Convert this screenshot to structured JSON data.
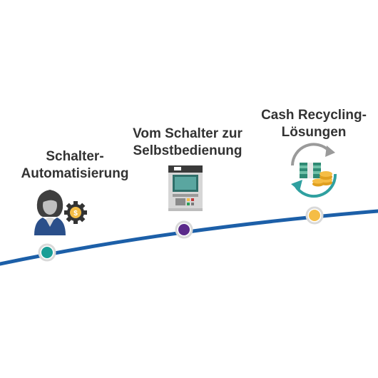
{
  "stages": [
    {
      "line1": "Schalter-",
      "line2": "Automatisierung",
      "icon": "teller-person-with-coin-gear-icon",
      "marker_color": "#1a9e96"
    },
    {
      "line1": "Vom Schalter zur",
      "line2": "Selbstbedienung",
      "icon": "atm-machine-icon",
      "marker_color": "#5b2a8a"
    },
    {
      "line1": "Cash Recycling-",
      "line2": "Lösungen",
      "icon": "cash-recycling-icon",
      "marker_color": "#f5bd45"
    }
  ],
  "colors": {
    "timeline": "#1c5fa8",
    "text": "#333333",
    "marker_ring": "#d9d9d9"
  }
}
